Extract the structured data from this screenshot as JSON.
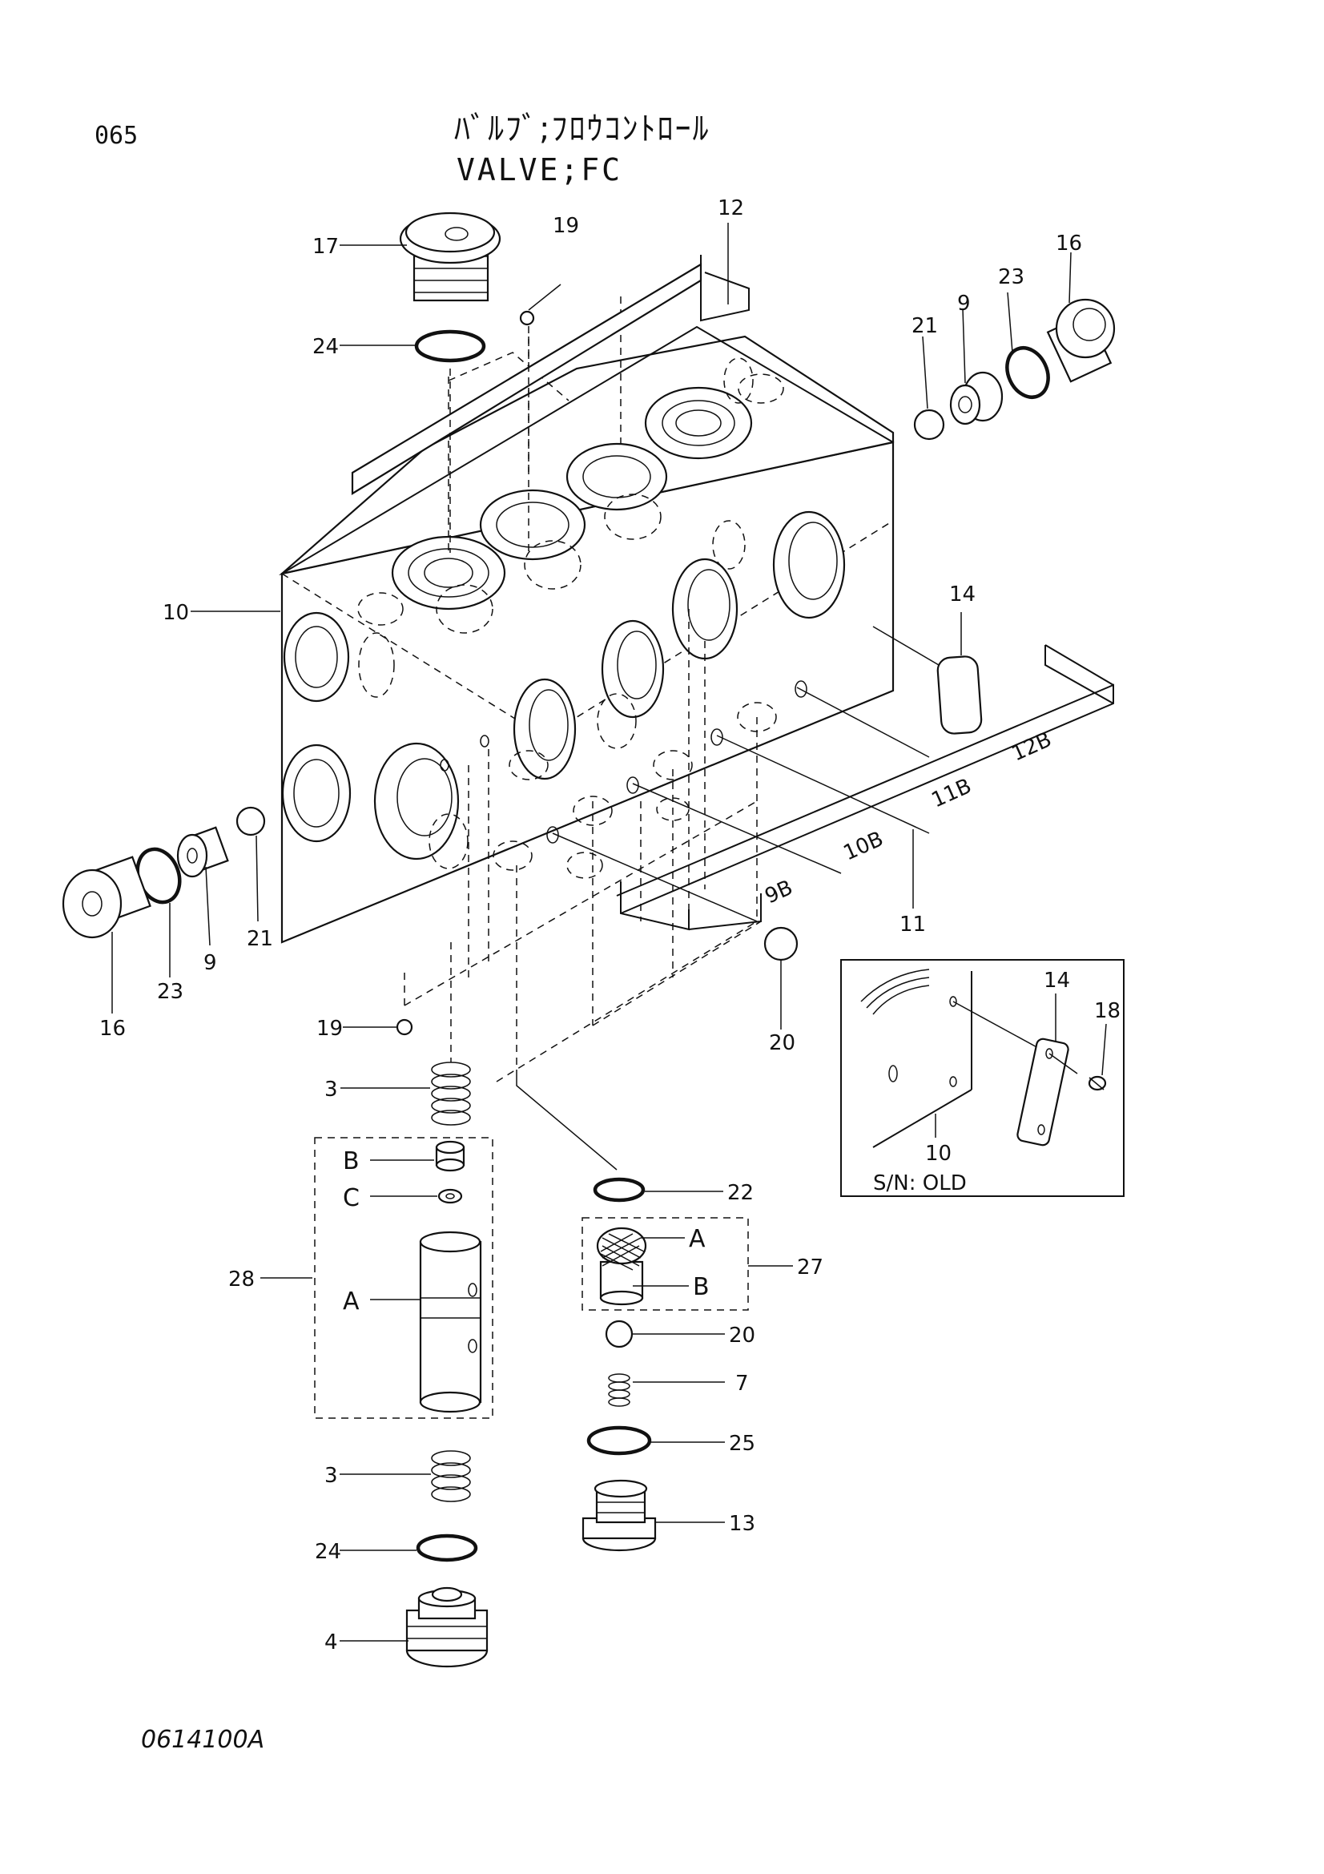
{
  "header": {
    "page_number": "065",
    "title_jp": "ﾊﾞﾙﾌﾞ;ﾌﾛｳｺﾝﾄﾛｰﾙ",
    "title_en": "VALVE;FC"
  },
  "footer": {
    "drawing_number": "0614100A"
  },
  "callouts": {
    "c17": "17",
    "c24_top": "24",
    "c19_top": "19",
    "c12": "12",
    "c16_right": "16",
    "c23_right": "23",
    "c9_right": "9",
    "c21_right": "21",
    "c10": "10",
    "c14": "14",
    "c11": "11",
    "c16_left": "16",
    "c23_left": "23",
    "c9_left": "9",
    "c21_left": "21",
    "c19_bottom": "19",
    "c20_mid": "20",
    "c3_top": "3",
    "c28": "28",
    "c28_b": "B",
    "c28_c": "C",
    "c28_a": "A",
    "c3_bottom": "3",
    "c24_bottom": "24",
    "c4": "4",
    "c22": "22",
    "c27": "27",
    "c27_a": "A",
    "c27_b": "B",
    "c20_low": "20",
    "c7": "7",
    "c25": "25",
    "c13": "13"
  },
  "port_labels": {
    "p9b": "9B",
    "p10b": "10B",
    "p11b": "11B",
    "p12b": "12B"
  },
  "inset": {
    "label_14": "14",
    "label_18": "18",
    "label_10": "10",
    "caption": "S/N: OLD"
  }
}
